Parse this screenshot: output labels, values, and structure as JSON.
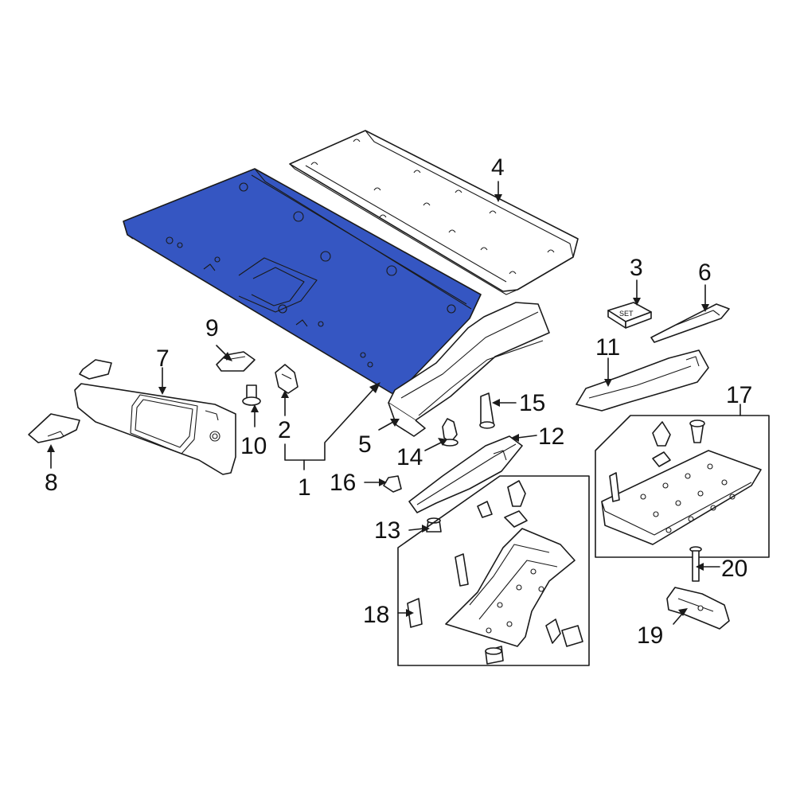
{
  "diagram": {
    "highlight_color": "#3556c2",
    "line_color": "#1a1a1a",
    "callouts": [
      {
        "id": "1",
        "text": "1",
        "part": "headliner"
      },
      {
        "id": "2",
        "text": "2",
        "part": "hook"
      },
      {
        "id": "3",
        "text": "3",
        "part": "set"
      },
      {
        "id": "4",
        "text": "4",
        "part": "insulator-pad"
      },
      {
        "id": "5",
        "text": "5",
        "part": "pillar-trim"
      },
      {
        "id": "6",
        "text": "6",
        "part": "trim-strip"
      },
      {
        "id": "7",
        "text": "7",
        "part": "sun-visor"
      },
      {
        "id": "8",
        "text": "8",
        "part": "visor-clip"
      },
      {
        "id": "9",
        "text": "9",
        "part": "visor-bracket"
      },
      {
        "id": "10",
        "text": "10",
        "part": "retainer"
      },
      {
        "id": "11",
        "text": "11",
        "part": "side-trim"
      },
      {
        "id": "12",
        "text": "12",
        "part": "quarter-trim"
      },
      {
        "id": "13",
        "text": "13",
        "part": "grommet"
      },
      {
        "id": "14",
        "text": "14",
        "part": "clip"
      },
      {
        "id": "15",
        "text": "15",
        "part": "pin"
      },
      {
        "id": "16",
        "text": "16",
        "part": "cap"
      },
      {
        "id": "17",
        "text": "17",
        "part": "package-tray-set"
      },
      {
        "id": "18",
        "text": "18",
        "part": "quarter-panel-set"
      },
      {
        "id": "19",
        "text": "19",
        "part": "bracket"
      },
      {
        "id": "20",
        "text": "20",
        "part": "bolt"
      }
    ],
    "set_tag": "SET"
  }
}
